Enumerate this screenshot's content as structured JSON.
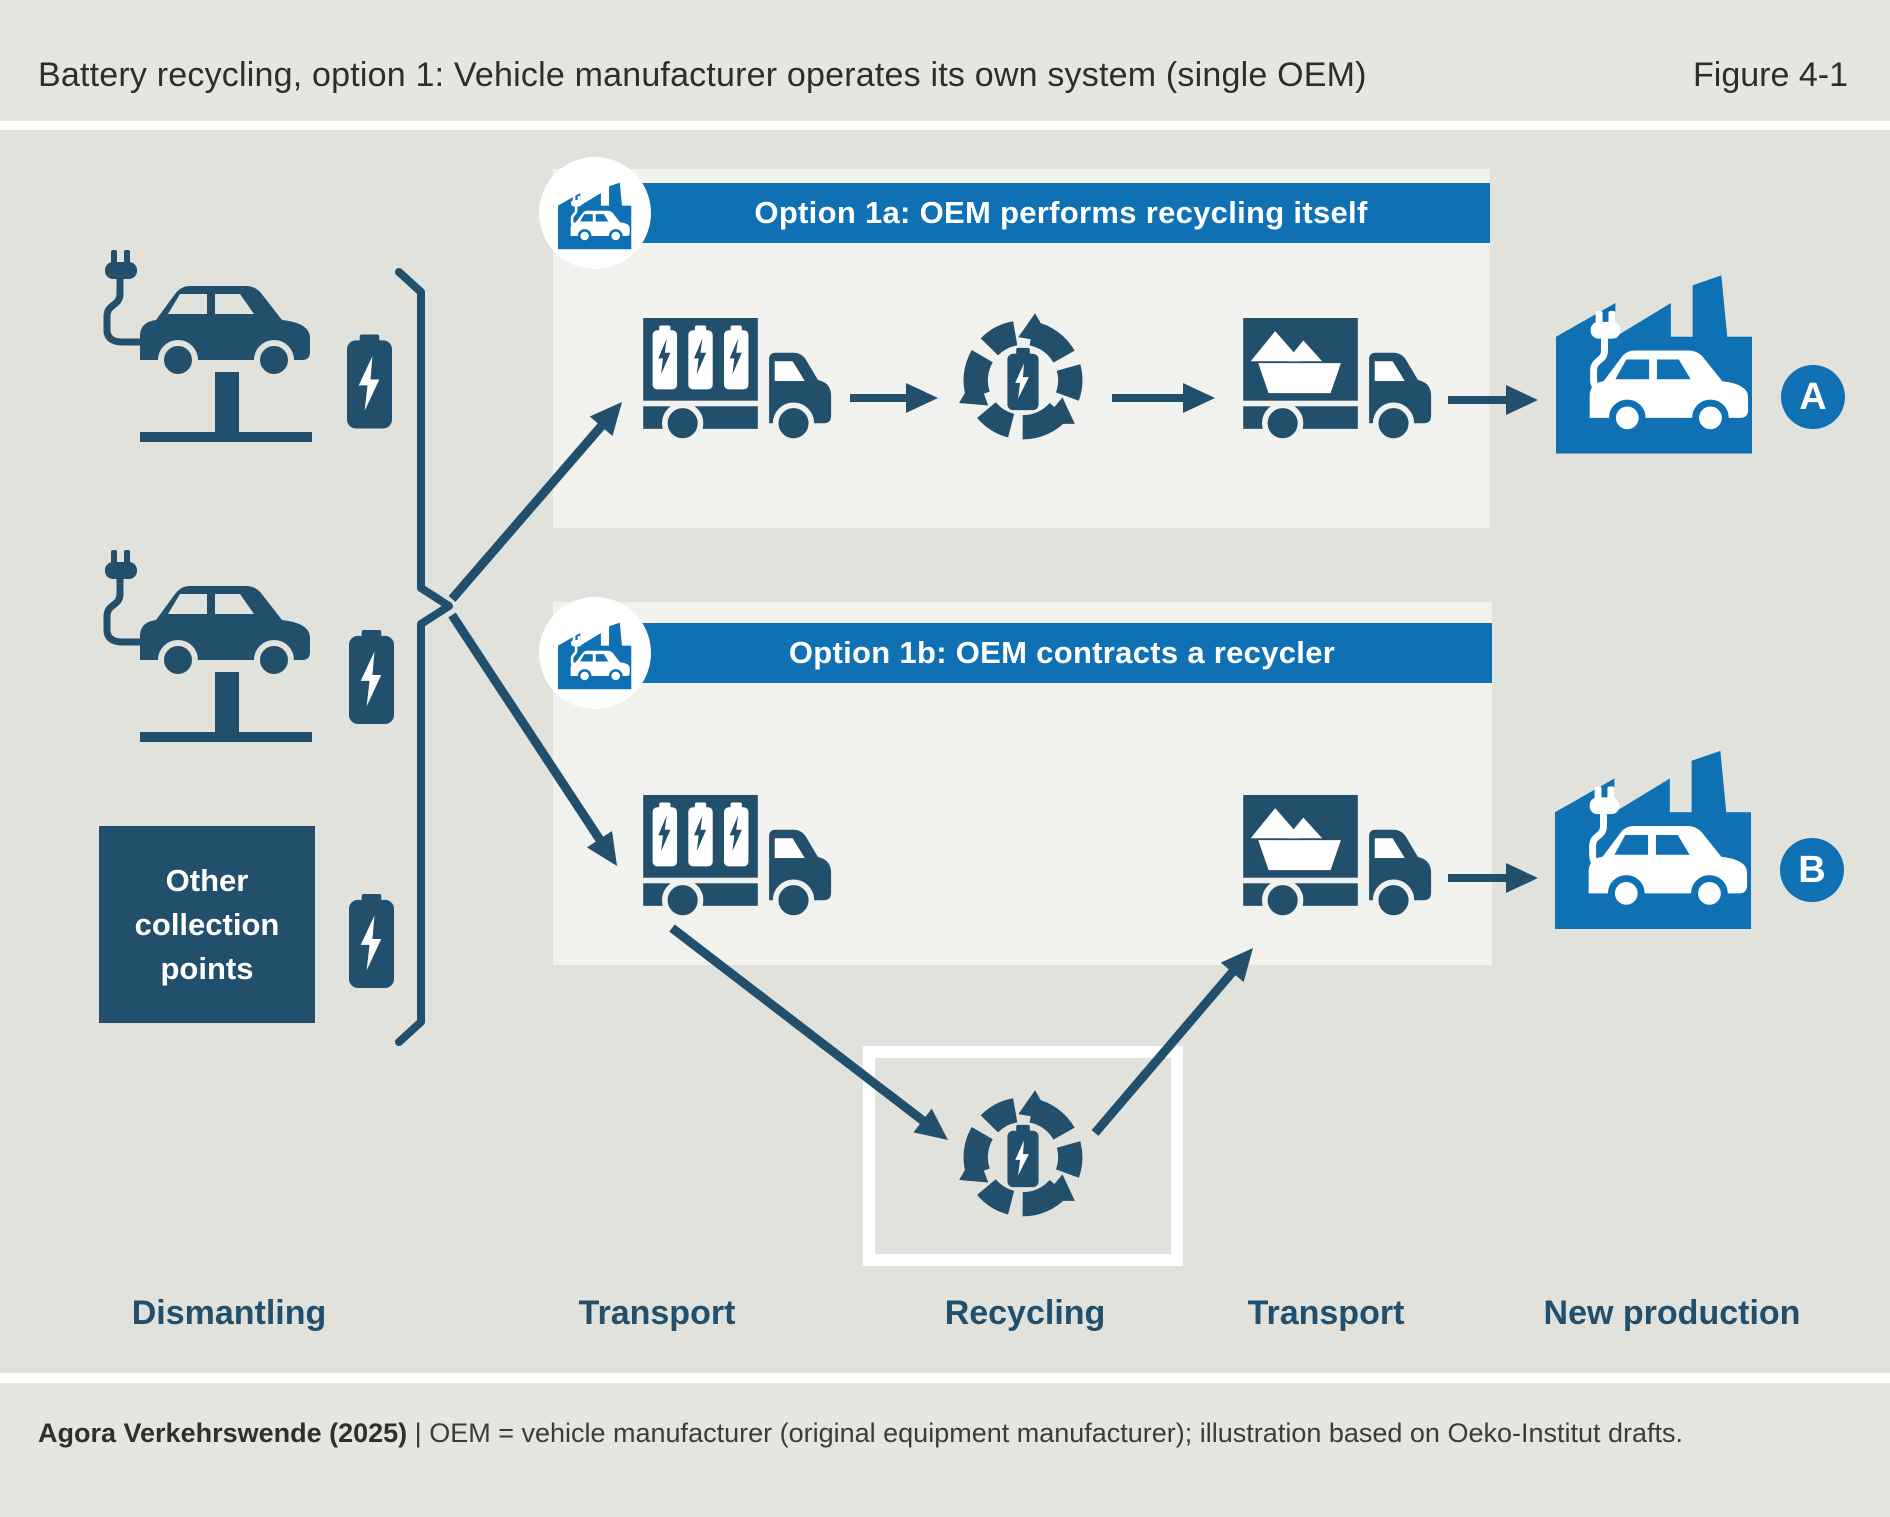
{
  "header": {
    "title": "Battery recycling, option 1: Vehicle manufacturer operates its own system (single OEM)",
    "figure_label": "Figure 4-1"
  },
  "options": {
    "a": {
      "title": "Option 1a: OEM performs recycling itself",
      "badge": "A"
    },
    "b": {
      "title": "Option 1b: OEM contracts a recycler",
      "badge": "B"
    }
  },
  "left": {
    "collection_box": {
      "lines": [
        "Other",
        "collection",
        "points"
      ]
    }
  },
  "stages": [
    "Dismantling",
    "Transport",
    "Recycling",
    "Transport",
    "New production"
  ],
  "footer": {
    "source_bold": "Agora Verkehrswende (2025)",
    "separator": " | ",
    "note": "OEM = vehicle manufacturer (original equipment manufacturer); illustration based on Oeko-Institut drafts."
  },
  "icons": {
    "ev_car_on_lift": "electric car on lifting platform with charging plug",
    "battery": "EV battery with lightning bolt",
    "battery_truck": "truck loaded with batteries",
    "material_truck": "truck loaded with recycled material",
    "battery_recycling": "recycling arrows around battery",
    "ev_factory": "factory with electric car"
  },
  "colors": {
    "dark": "#224f6b",
    "blue": "#0f70b4",
    "panel": "#f1f1ee",
    "bgmain": "#e2e2dd",
    "bgband": "#e6e6e1",
    "text": "#2d2d2a",
    "footer": "#3b3b38"
  }
}
